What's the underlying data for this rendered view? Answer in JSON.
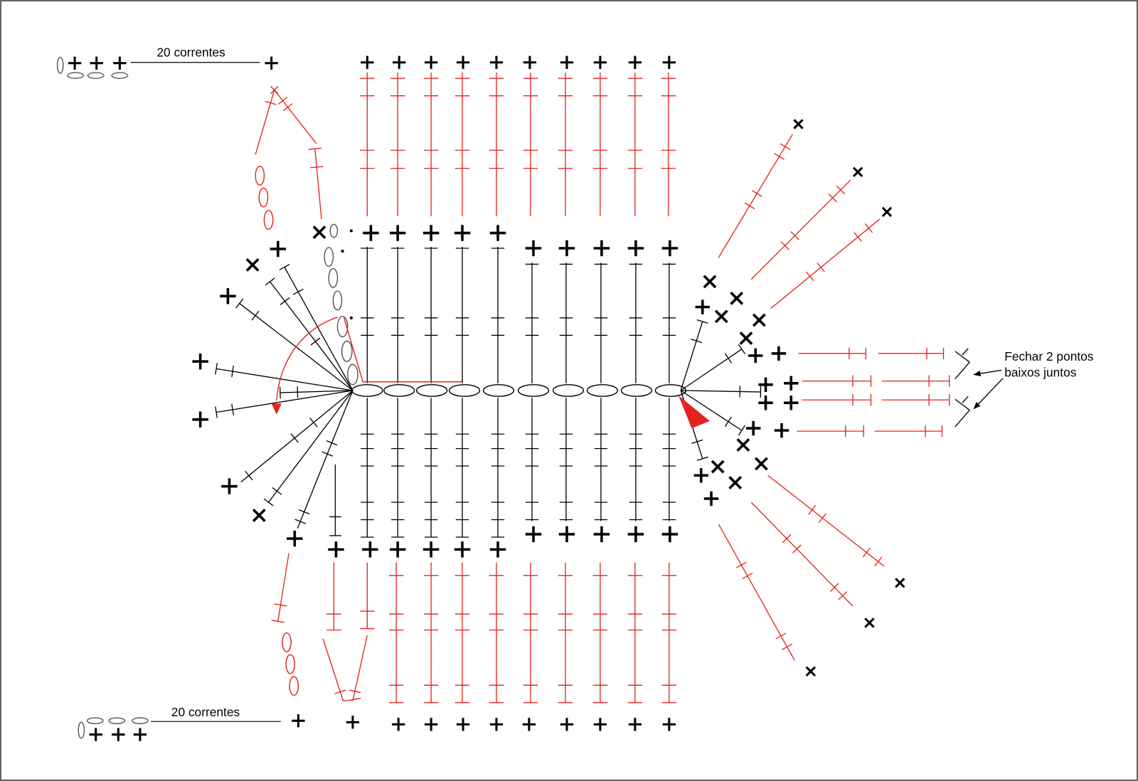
{
  "labels": {
    "top_chain_note": "20 correntes",
    "bottom_chain_note": "20 correntes",
    "decrease_note_line1": "Fechar 2 pontos",
    "decrease_note_line2": "baixos juntos"
  },
  "colors": {
    "ink": "#000000",
    "accent": "#e3231e",
    "chain_outline": "#555555",
    "background": "#ffffff"
  }
}
